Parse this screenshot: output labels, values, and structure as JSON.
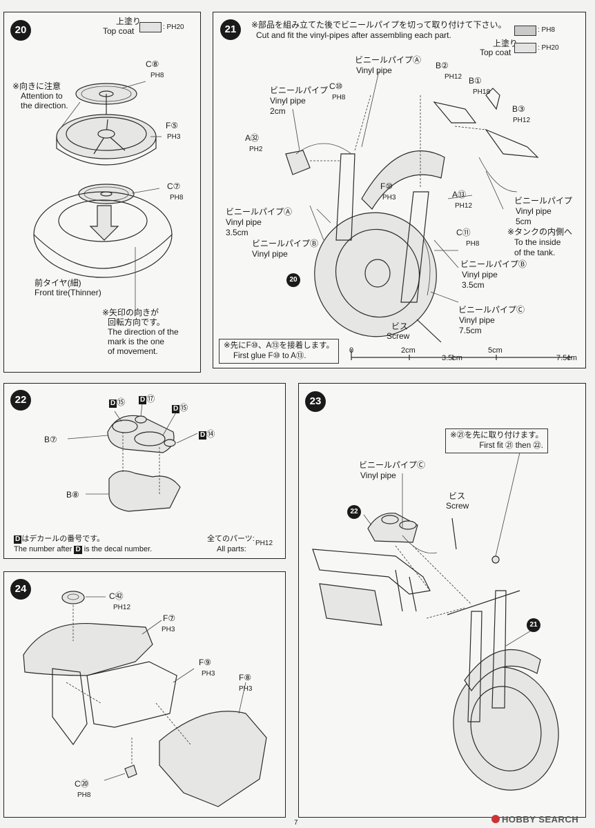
{
  "page_number": "7",
  "logo_text": "HOBBY SEARCH",
  "step20": {
    "num": "20",
    "coat_jp": "上塗り",
    "coat_en": "Top coat",
    "coat_code": ": PH20",
    "part_c8": "C⑧",
    "ph_c8": "PH8",
    "attention_jp": "※向きに注意",
    "attention_en1": "Attention to",
    "attention_en2": "the direction.",
    "part_f5": "F⑤",
    "ph_f5": "PH3",
    "part_c7": "C⑦",
    "ph_c7": "PH8",
    "tire_jp": "前タイヤ(細)",
    "tire_en": "Front tire(Thinner)",
    "arrow_jp1": "※矢印の向きが",
    "arrow_jp2": "回転方向です。",
    "arrow_en1": "The direction of the",
    "arrow_en2": "mark is the one",
    "arrow_en3": "of movement."
  },
  "step21": {
    "num": "21",
    "instr_jp": "※部品を組み立てた後でビニールパイプを切って取り付けて下さい。",
    "instr_en": "Cut and fit the vinyl-pipes after assembling each part.",
    "swatch1_code": ": PH8",
    "coat_jp": "上塗り",
    "coat_en": "Top coat",
    "swatch2_code": ": PH20",
    "vpA_jp": "ビニールパイプⒶ",
    "vpA_en": "Vinyl pipe",
    "part_b2": "B②",
    "ph_b2": "PH12",
    "part_b1": "B①",
    "ph_b1": "PH18",
    "part_b3": "B③",
    "ph_b3": "PH12",
    "vp2_jp": "ビニールパイプ",
    "vp2_en": "Vinyl pipe",
    "vp2_len": "2cm",
    "part_c10": "C⑩",
    "ph_c10": "PH8",
    "part_a32": "A㉜",
    "ph_a32": "PH2",
    "part_f10": "F⑩",
    "ph_f10": "PH3",
    "part_a13": "A⑬",
    "ph_a13": "PH12",
    "vp5_jp": "ビニールパイプ",
    "vp5_en": "Vinyl pipe",
    "vp5_len": "5cm",
    "tank_jp": "※タンクの内側へ",
    "tank_en1": "To the inside",
    "tank_en2": "of the tank.",
    "vpA35_jp": "ビニールパイプⒶ",
    "vpA35_en": "Vinyl pipe",
    "vpA35_len": "3.5cm",
    "vpB_jp": "ビニールパイプⒷ",
    "vpB_en": "Vinyl pipe",
    "part_c11": "C⑪",
    "ph_c11": "PH8",
    "vpB35_jp": "ビニールパイプⒷ",
    "vpB35_en": "Vinyl pipe",
    "vpB35_len": "3.5cm",
    "ref20": "20",
    "vpC_jp": "ビニールパイプⒸ",
    "vpC_en": "Vinyl pipe",
    "vpC_len": "7.5cm",
    "screw_jp": "ビス",
    "screw_en": "Screw",
    "glue_jp": "※先にF⑩、A⑬を接着します。",
    "glue_en": "First glue F⑩ to A⑬.",
    "ruler": [
      "0",
      "2cm",
      "3.5cm",
      "5cm",
      "7.5cm"
    ]
  },
  "step22": {
    "num": "22",
    "d15a": "⑮",
    "d17": "⑰",
    "d15b": "⑮",
    "d14": "⑭",
    "d_label": "D",
    "part_b7": "B⑦",
    "part_b8": "B⑧",
    "decal_jp": "はデカールの番号です。",
    "decal_en_pre": "The number after",
    "decal_en_post": "is the decal number.",
    "all_parts_jp": "全てのパーツ:",
    "all_parts_en": "All parts:",
    "all_parts_code": "PH12"
  },
  "step23": {
    "num": "23",
    "note_jp": "※㉑を先に取り付けます。",
    "note_en": "First fit ㉑ then ㉒.",
    "vpC_jp": "ビニールパイプⒸ",
    "vpC_en": "Vinyl pipe",
    "screw_jp": "ビス",
    "screw_en": "Screw",
    "ref22": "22",
    "ref21": "21"
  },
  "step24": {
    "num": "24",
    "part_c42": "C㊷",
    "ph_c42": "PH12",
    "part_f7": "F⑦",
    "ph_f7": "PH3",
    "part_f9": "F⑨",
    "ph_f9": "PH3",
    "part_f8": "F⑧",
    "ph_f8": "PH3",
    "part_c20": "C⑳",
    "ph_c20": "PH8"
  }
}
